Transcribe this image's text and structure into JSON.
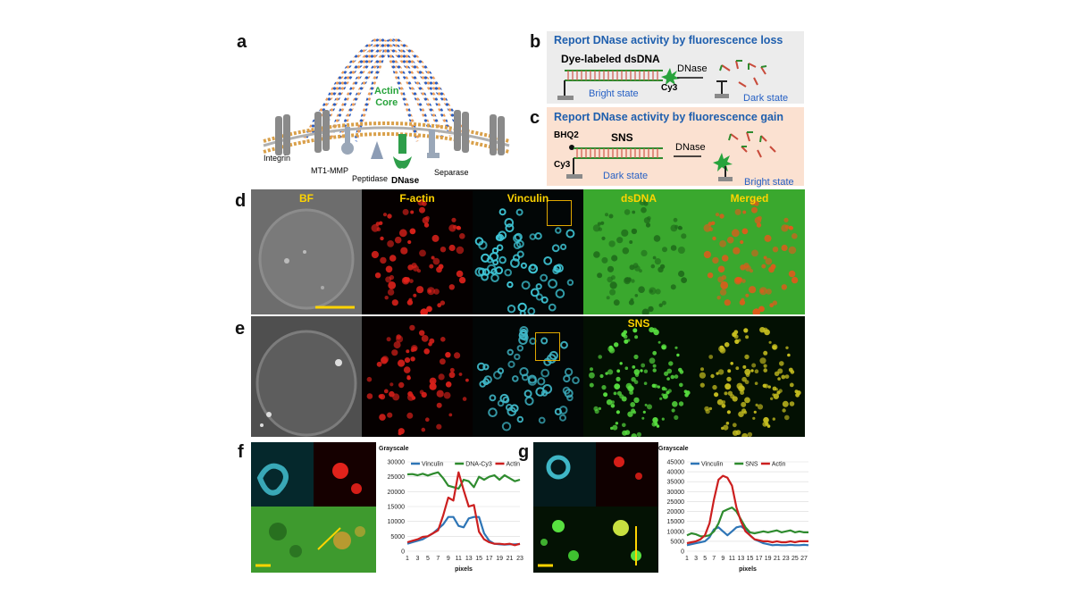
{
  "panels": {
    "a": "a",
    "b": "b",
    "c": "c",
    "d": "d",
    "e": "e",
    "f": "f",
    "g": "g"
  },
  "panel_a": {
    "actin_core": [
      "Actin",
      "Core"
    ],
    "labels": {
      "integrin": "Integrin",
      "mt1mmp": "MT1-MMP",
      "peptidase": "Peptidase",
      "dnase": "DNase",
      "separase": "Separase"
    }
  },
  "panel_b": {
    "title": "Report DNase activity by fluorescence loss",
    "dna_label": "Dye-labeled dsDNA",
    "arrow_label": "DNase",
    "dye": "Cy3",
    "left_state": "Bright state",
    "right_state": "Dark state"
  },
  "panel_c": {
    "title": "Report DNase activity by fluorescence gain",
    "quencher": "BHQ2",
    "probe": "SNS",
    "arrow_label": "DNase",
    "dye": "Cy3",
    "left_state": "Dark state",
    "right_state": "Bright state"
  },
  "row_d": {
    "channels": [
      "BF",
      "F-actin",
      "Vinculin",
      "dsDNA",
      "Merged"
    ]
  },
  "row_e": {
    "channel_label": "SNS"
  },
  "colors": {
    "yellow_label": "#ffd400",
    "title_blue": "#1f5fae",
    "vinculin": "#2e75b6",
    "dna": "#2e8b2e",
    "actin": "#cc1f1f"
  },
  "chart_data": [
    {
      "type": "line",
      "ylabel": "Grayscale",
      "xlabel": "pixels",
      "ylim": [
        0,
        30000
      ],
      "yticks": [
        "0",
        "5000",
        "10000",
        "15000",
        "20000",
        "25000",
        "30000"
      ],
      "xticks": [
        "1",
        "3",
        "5",
        "7",
        "9",
        "11",
        "13",
        "15",
        "17",
        "19",
        "21",
        "23"
      ],
      "x": [
        1,
        2,
        3,
        4,
        5,
        6,
        7,
        8,
        9,
        10,
        11,
        12,
        13,
        14,
        15,
        16,
        17,
        18,
        19,
        20,
        21,
        22,
        23
      ],
      "series": [
        {
          "name": "Vinculin",
          "color": "#2e75b6",
          "values": [
            2500,
            3000,
            3500,
            4000,
            5000,
            6000,
            7500,
            9000,
            11500,
            11500,
            8500,
            8000,
            11000,
            11500,
            11500,
            6000,
            3500,
            2500,
            2300,
            2200,
            2300,
            2300,
            2400
          ]
        },
        {
          "name": "DNA-Cy3",
          "color": "#2e8b2e",
          "values": [
            25800,
            25900,
            25500,
            26000,
            25400,
            26000,
            26500,
            24500,
            22000,
            21500,
            21000,
            24000,
            23500,
            21500,
            25000,
            24000,
            25000,
            25500,
            24000,
            25500,
            24500,
            23500,
            24000
          ]
        },
        {
          "name": "Actin",
          "color": "#cc1f1f",
          "values": [
            3000,
            3500,
            4000,
            4800,
            5000,
            6000,
            7000,
            12000,
            18000,
            17000,
            26500,
            20500,
            15000,
            15500,
            6500,
            4000,
            3000,
            2500,
            2500,
            2300,
            2500,
            2000,
            2500
          ]
        }
      ]
    },
    {
      "type": "line",
      "ylabel": "Grayscale",
      "xlabel": "pixels",
      "ylim": [
        0,
        45000
      ],
      "yticks": [
        "0",
        "5000",
        "10000",
        "15000",
        "20000",
        "25000",
        "30000",
        "35000",
        "40000",
        "45000"
      ],
      "xticks": [
        "1",
        "3",
        "5",
        "7",
        "9",
        "11",
        "13",
        "15",
        "17",
        "19",
        "21",
        "23",
        "25",
        "27"
      ],
      "x": [
        1,
        2,
        3,
        4,
        5,
        6,
        7,
        8,
        9,
        10,
        11,
        12,
        13,
        14,
        15,
        16,
        17,
        18,
        19,
        20,
        21,
        22,
        23,
        24,
        25,
        26,
        27,
        28
      ],
      "series": [
        {
          "name": "Vinculin",
          "color": "#2e75b6",
          "values": [
            3000,
            3500,
            4000,
            4500,
            5000,
            7000,
            11000,
            12000,
            10000,
            8000,
            10000,
            12000,
            12500,
            11000,
            8000,
            6000,
            5000,
            4000,
            3500,
            3000,
            3200,
            3000,
            3000,
            3200,
            3000,
            3000,
            3200,
            3000
          ]
        },
        {
          "name": "SNS",
          "color": "#2e8b2e",
          "values": [
            8000,
            9000,
            8500,
            7500,
            7500,
            8000,
            10000,
            14000,
            20000,
            21000,
            22000,
            20000,
            16000,
            12000,
            9500,
            9000,
            9500,
            10000,
            9500,
            10000,
            10500,
            9500,
            10000,
            10500,
            9500,
            10000,
            9500,
            9500
          ]
        },
        {
          "name": "Actin",
          "color": "#cc1f1f",
          "values": [
            4000,
            4500,
            5000,
            6000,
            8000,
            14000,
            26000,
            36000,
            38000,
            37000,
            33000,
            22000,
            15000,
            10000,
            8000,
            6000,
            5500,
            5000,
            5000,
            4500,
            5000,
            4500,
            4500,
            5000,
            4500,
            5000,
            5000,
            5000
          ]
        }
      ]
    }
  ]
}
